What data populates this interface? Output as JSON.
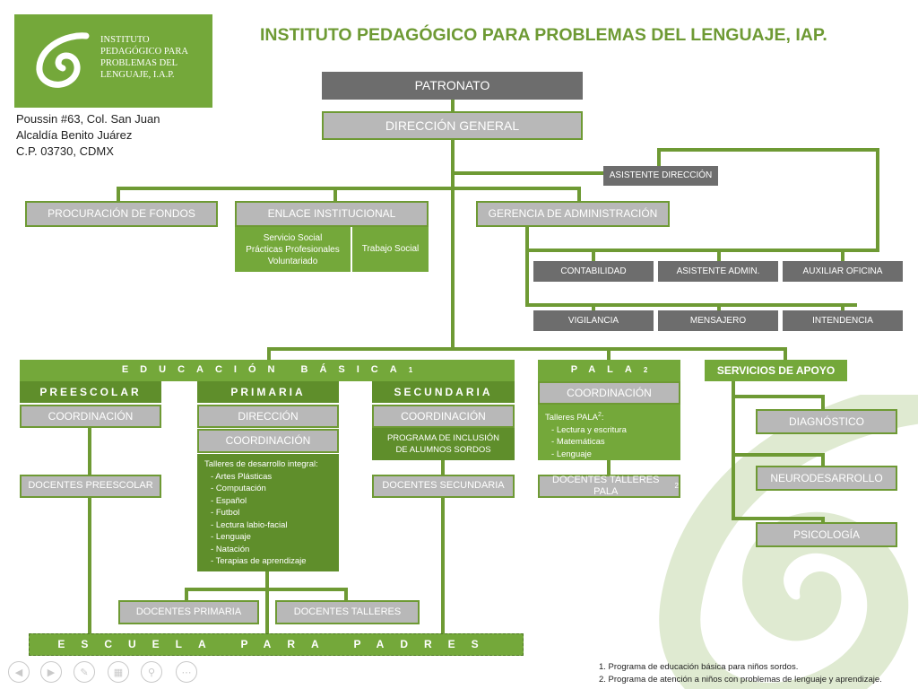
{
  "logo": {
    "text_lines": [
      "INSTITUTO",
      "PEDAGÓGICO PARA",
      "PROBLEMAS DEL",
      "LENGUAJE, I.A.P."
    ],
    "bg_color": "#74a83a"
  },
  "title": "INSTITUTO PEDAGÓGICO PARA PROBLEMAS DEL LENGUAJE, IAP.",
  "address": [
    "Poussin #63, Col. San Juan",
    "Alcaldía Benito Juárez",
    "C.P. 03730, CDMX"
  ],
  "org": {
    "patronato": "PATRONATO",
    "direccion_general": "DIRECCIÓN GENERAL",
    "asistente_direccion": "ASISTENTE DIRECCIÓN",
    "procuracion": "PROCURACIÓN DE FONDOS",
    "enlace": {
      "title": "ENLACE INSTITUCIONAL",
      "left_lines": [
        "Servicio Social",
        "Prácticas  Profesionales",
        "Voluntariado"
      ],
      "right": "Trabajo Social"
    },
    "gerencia": "GERENCIA DE ADMINISTRACIÓN",
    "admin_row1": [
      "CONTABILIDAD",
      "ASISTENTE ADMIN.",
      "AUXILIAR OFICINA"
    ],
    "admin_row2": [
      "VIGILANCIA",
      "MENSAJERO",
      "INTENDENCIA"
    ],
    "educacion_basica": "EDUCACIÓN BÁSICA",
    "educacion_basica_sup": "1",
    "preescolar": {
      "title": "PREESCOLAR",
      "coord": "COORDINACIÓN",
      "docentes": "DOCENTES PREESCOLAR"
    },
    "primaria": {
      "title": "PRIMARIA",
      "direccion": "DIRECCIÓN",
      "coord": "COORDINACIÓN",
      "talleres_title": "Talleres de desarrollo integral:",
      "talleres": [
        "Artes Plásticas",
        "Computación",
        "Español",
        "Futbol",
        "Lectura labio-facial",
        "Lenguaje",
        "Natación",
        "Terapias de aprendizaje"
      ],
      "docentes": "DOCENTES PRIMARIA",
      "docentes_talleres": "DOCENTES TALLERES"
    },
    "secundaria": {
      "title": "SECUNDARIA",
      "coord": "COORDINACIÓN",
      "programa_lines": [
        "PROGRAMA DE INCLUSIÓN",
        "DE ALUMNOS SORDOS"
      ],
      "docentes": "DOCENTES SECUNDARIA"
    },
    "pala": {
      "title": "PALA",
      "sup": "2",
      "coord": "COORDINACIÓN",
      "talleres_title": "Talleres PALA",
      "talleres_sup": "2",
      "talleres_colon": ":",
      "talleres": [
        "Lectura y escritura",
        "Matemáticas",
        "Lenguaje"
      ],
      "docentes": "DOCENTES TALLERES PALA",
      "docentes_sup": "2"
    },
    "servicios": {
      "title": "SERVICIOS DE APOYO",
      "items": [
        "DIAGNÓSTICO",
        "NEURODESARROLLO",
        "PSICOLOGÍA"
      ]
    },
    "escuela_padres": "ESCUELA PARA PADRES"
  },
  "footnotes": [
    "1. Programa de educación básica para niños sordos.",
    "2. Programa de atención a niños con problemas de lenguaje y aprendizaje."
  ],
  "toolbar": {
    "icons": [
      "prev-icon",
      "next-icon",
      "pen-icon",
      "slides-icon",
      "zoom-icon",
      "more-icon"
    ]
  },
  "colors": {
    "green": "#74a83a",
    "dark_green": "#5f8e2b",
    "line_green": "#6e9a34",
    "title_green": "#6e9a34",
    "gray": "#b8b8b8",
    "dark_gray": "#6d6d6d"
  }
}
